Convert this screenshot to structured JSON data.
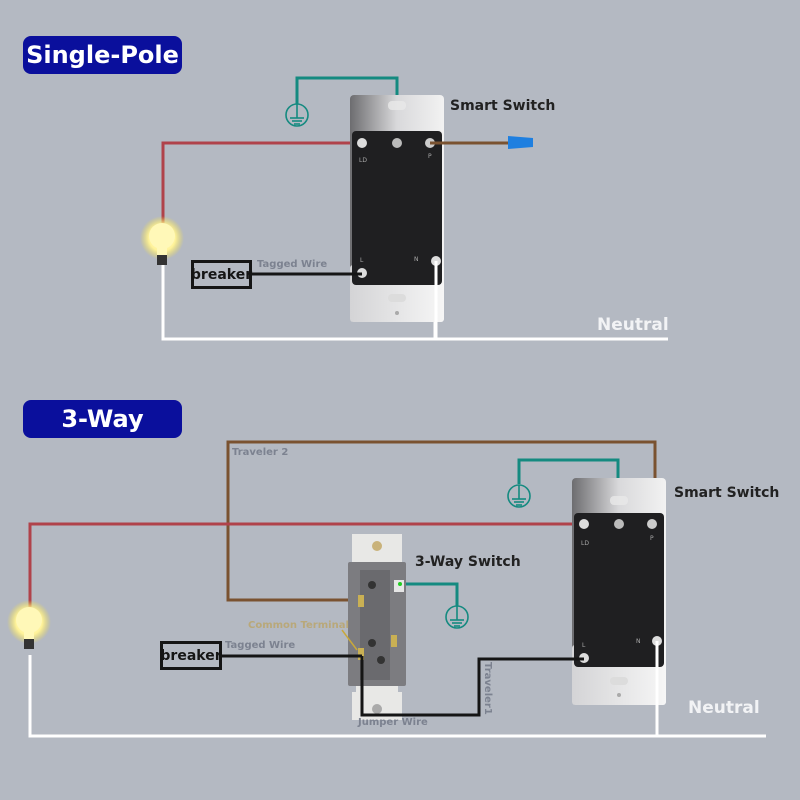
{
  "sections": {
    "single_pole": {
      "title": "Single-Pole"
    },
    "three_way": {
      "title": "3-Way"
    }
  },
  "labels": {
    "smart_switch": "Smart Switch",
    "three_way_switch": "3-Way Switch",
    "breaker": "breaker",
    "tagged_wire": "Tagged Wire",
    "neutral": "Neutral",
    "traveler_2": "Traveler 2",
    "traveler_1": "Traveler1",
    "common_terminal": "Common Terminal",
    "jumper_wire": "Jumper Wire"
  },
  "terminals": {
    "ld": "LD",
    "ground": "⏚",
    "p": "P",
    "l": "L",
    "n": "N"
  },
  "colors": {
    "background": "#b4b9c2",
    "pill": "#0a0f9c",
    "load_wire": "#b0424a",
    "ground_wire": "#148a80",
    "traveler_wire": "#7a5230",
    "line_wire": "#151515",
    "neutral_wire": "#ffffff",
    "wire_nut": "#1e7fe0"
  }
}
